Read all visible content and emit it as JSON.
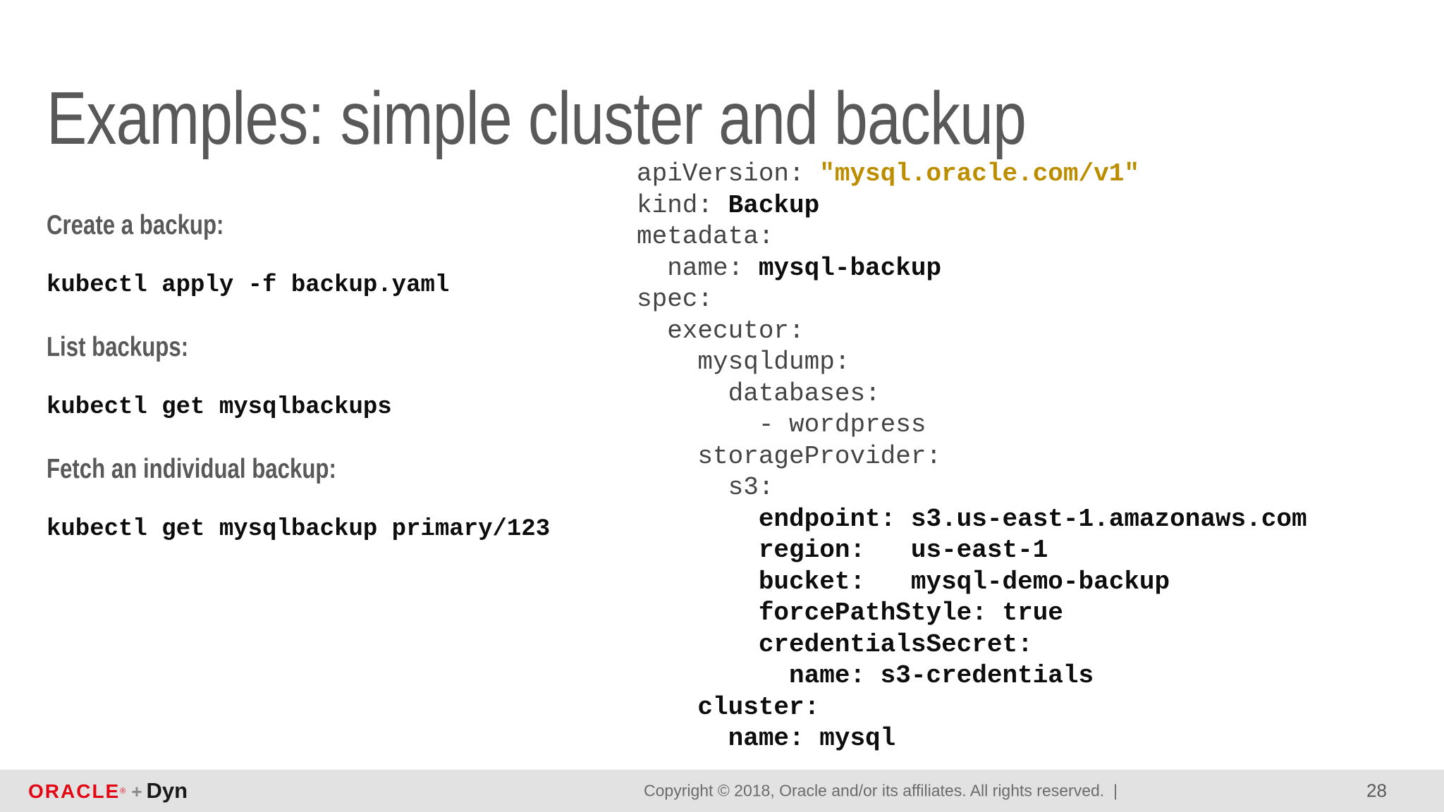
{
  "slide": {
    "title": "Examples: simple cluster and backup"
  },
  "instructions": [
    {
      "label": "Create a backup:",
      "command": "kubectl apply -f backup.yaml"
    },
    {
      "label": "List backups:",
      "command": "kubectl get mysqlbackups"
    },
    {
      "label": "Fetch an individual backup:",
      "command": "kubectl get mysqlbackup primary/123"
    }
  ],
  "yaml": {
    "lines": [
      {
        "segments": [
          {
            "text": "apiVersion: ",
            "style": "key"
          },
          {
            "text": "\"mysql.oracle.com/v1\"",
            "style": "string"
          }
        ]
      },
      {
        "segments": [
          {
            "text": "kind: ",
            "style": "key"
          },
          {
            "text": "Backup",
            "style": "value"
          }
        ]
      },
      {
        "segments": [
          {
            "text": "metadata:",
            "style": "key"
          }
        ]
      },
      {
        "segments": [
          {
            "text": "  name: ",
            "style": "key"
          },
          {
            "text": "mysql-backup",
            "style": "value"
          }
        ]
      },
      {
        "segments": [
          {
            "text": "spec:",
            "style": "key"
          }
        ]
      },
      {
        "segments": [
          {
            "text": "  executor:",
            "style": "key"
          }
        ]
      },
      {
        "segments": [
          {
            "text": "    mysqldump:",
            "style": "key"
          }
        ]
      },
      {
        "segments": [
          {
            "text": "      databases:",
            "style": "key"
          }
        ]
      },
      {
        "segments": [
          {
            "text": "        - wordpress",
            "style": "key"
          }
        ]
      },
      {
        "segments": [
          {
            "text": "    storageProvider:",
            "style": "key"
          }
        ]
      },
      {
        "segments": [
          {
            "text": "      s3:",
            "style": "key"
          }
        ]
      },
      {
        "segments": [
          {
            "text": "        endpoint: s3.us-east-1.amazonaws.com",
            "style": "value"
          }
        ]
      },
      {
        "segments": [
          {
            "text": "        region:   us-east-1",
            "style": "value"
          }
        ]
      },
      {
        "segments": [
          {
            "text": "        bucket:   mysql-demo-backup",
            "style": "value"
          }
        ]
      },
      {
        "segments": [
          {
            "text": "        forcePathStyle: true",
            "style": "value"
          }
        ]
      },
      {
        "segments": [
          {
            "text": "        credentialsSecret:",
            "style": "value"
          }
        ]
      },
      {
        "segments": [
          {
            "text": "          name: s3-credentials",
            "style": "value"
          }
        ]
      },
      {
        "segments": [
          {
            "text": "    cluster:",
            "style": "value"
          }
        ]
      },
      {
        "segments": [
          {
            "text": "      name: mysql",
            "style": "value"
          }
        ]
      }
    ]
  },
  "footer": {
    "oracle_logo": "ORACLE",
    "registered_mark": "®",
    "plus": "+",
    "dyn_logo": "Dyn",
    "copyright": "Copyright © 2018, Oracle and/or its affiliates. All rights reserved.  |",
    "page_number": "28"
  },
  "colors": {
    "title_gray": "#595959",
    "yaml_key_gray": "#444444",
    "code_black": "#0d0d0d",
    "string_gold": "#bd8d00",
    "oracle_red": "#e30613",
    "footer_background": "#e2e2e2"
  }
}
